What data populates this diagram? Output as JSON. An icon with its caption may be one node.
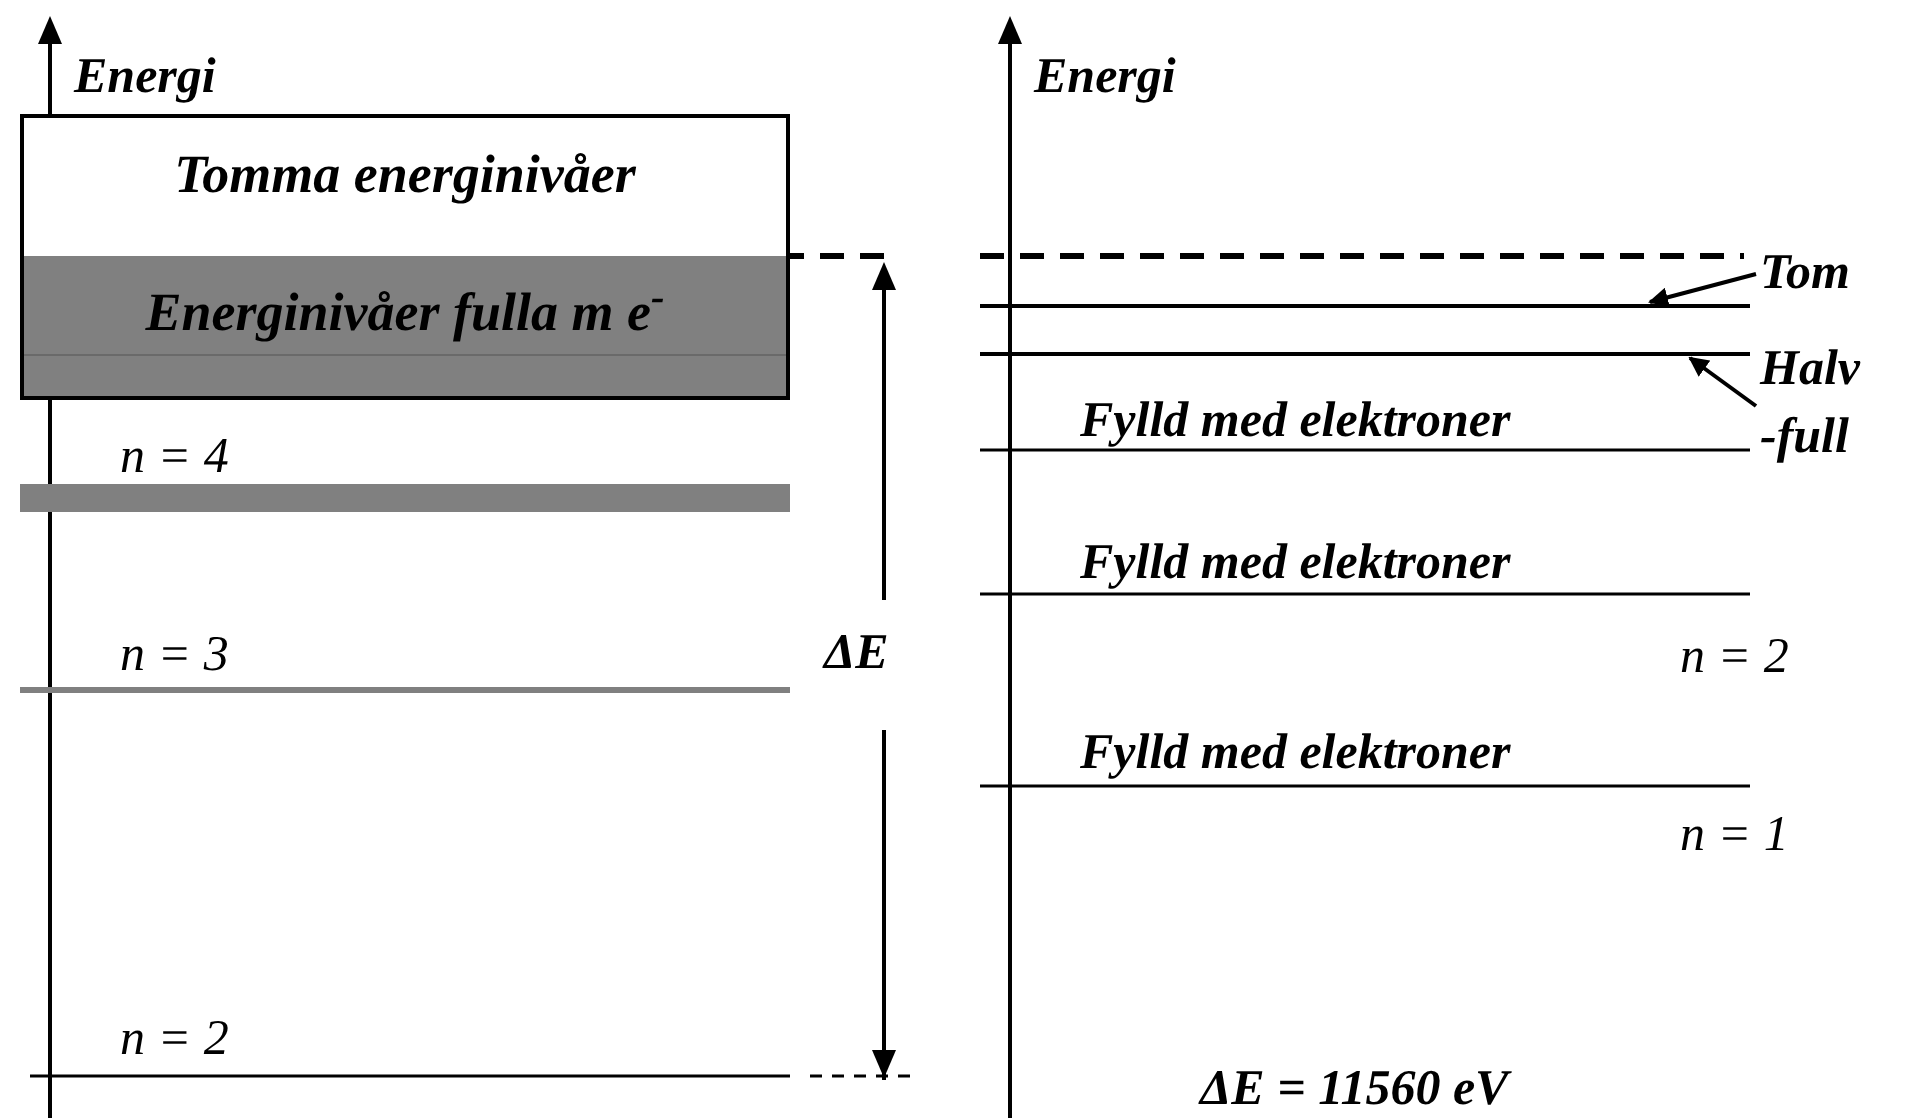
{
  "diagram": {
    "nodes": [
      {
        "text": [
          "Tomma energinivåer"
        ]
      },
      {
        "text": [
          "Energinivåer fulla m e$^{-}$"
        ]
      },
      {
        "text": [
          "Tom"
        ]
      },
      {
        "text": [],
        "shape": "bar"
      },
      {
        "text": [],
        "shape": "bar"
      },
      {
        "text": [
          "Halv -full"
        ]
      }
    ],
    "edges": [
      {
        "from": 2,
        "to": 3,
        "arrow": "to"
      },
      {
        "from": 5,
        "to": 4,
        "arrow": "to"
      }
    ],
    "labels": [
      "Energi",
      "n = 4",
      "n = 3",
      "ΔE",
      "n = 2",
      "Energi",
      "Fylld med elektroner",
      "Fylld med elektroner",
      "n = 2",
      "Fylld med elektroner",
      "n = 1",
      "ΔE = 11560 eV"
    ]
  }
}
